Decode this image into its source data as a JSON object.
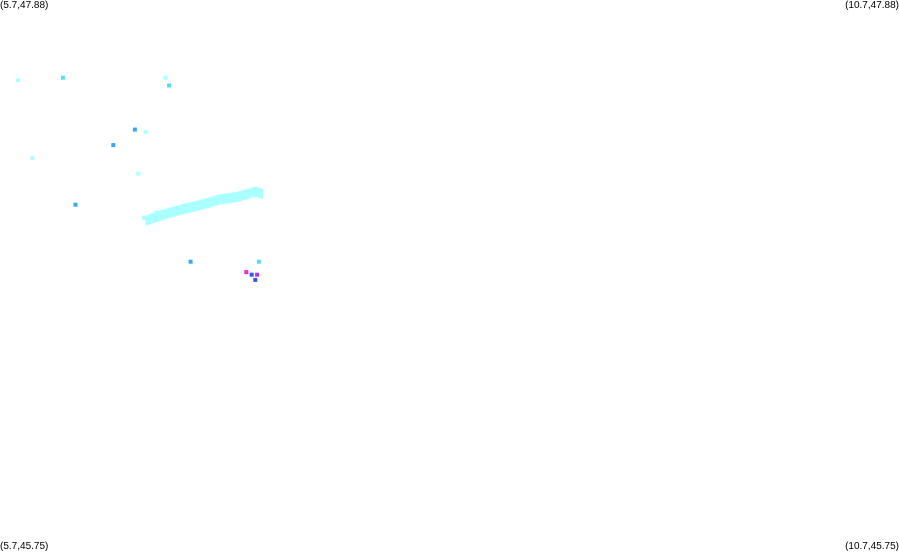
{
  "corners": {
    "top_left": "(5.7,47.88)",
    "top_right": "(10.7,47.88)",
    "bottom_left": "(5.7,45.75)",
    "bottom_right": "(10.7,45.75)"
  },
  "palette": {
    "light_cyan": "#aaffff",
    "cyan": "#55ddff",
    "sky_blue": "#33aaee",
    "blue": "#3355ee",
    "magenta": "#ff22cc",
    "purple": "#aa33ff"
  },
  "bounds": {
    "lon_min": 5.7,
    "lon_max": 10.7,
    "lat_min": 45.75,
    "lat_max": 47.88
  },
  "points": [
    {
      "lon": 5.8,
      "lat": 47.57,
      "c": "light_cyan"
    },
    {
      "lon": 6.05,
      "lat": 47.58,
      "c": "cyan"
    },
    {
      "lon": 6.62,
      "lat": 47.58,
      "c": "light_cyan"
    },
    {
      "lon": 6.64,
      "lat": 47.55,
      "c": "cyan"
    },
    {
      "lon": 6.45,
      "lat": 47.38,
      "c": "sky_blue"
    },
    {
      "lon": 6.51,
      "lat": 47.37,
      "c": "light_cyan"
    },
    {
      "lon": 6.33,
      "lat": 47.32,
      "c": "sky_blue"
    },
    {
      "lon": 5.88,
      "lat": 47.27,
      "c": "light_cyan"
    },
    {
      "lon": 6.47,
      "lat": 47.21,
      "c": "light_cyan"
    },
    {
      "lon": 6.12,
      "lat": 47.09,
      "c": "sky_blue"
    },
    {
      "lon": 6.5,
      "lat": 47.04,
      "c": "light_cyan"
    },
    {
      "lon": 6.57,
      "lat": 47.06,
      "c": "light_cyan"
    },
    {
      "lon": 6.64,
      "lat": 47.07,
      "c": "light_cyan"
    },
    {
      "lon": 6.74,
      "lat": 47.08,
      "c": "light_cyan"
    },
    {
      "lon": 6.86,
      "lat": 47.1,
      "c": "light_cyan"
    },
    {
      "lon": 6.98,
      "lat": 47.12,
      "c": "light_cyan"
    },
    {
      "lon": 7.1,
      "lat": 47.13,
      "c": "light_cyan"
    },
    {
      "lon": 7.15,
      "lat": 47.14,
      "c": "light_cyan"
    },
    {
      "lon": 6.76,
      "lat": 46.87,
      "c": "sky_blue"
    },
    {
      "lon": 7.07,
      "lat": 46.83,
      "c": "magenta"
    },
    {
      "lon": 7.1,
      "lat": 46.82,
      "c": "blue"
    },
    {
      "lon": 7.13,
      "lat": 46.82,
      "c": "purple"
    },
    {
      "lon": 7.14,
      "lat": 46.87,
      "c": "cyan"
    },
    {
      "lon": 7.12,
      "lat": 46.8,
      "c": "blue"
    }
  ],
  "band": [
    {
      "lon": 6.52,
      "lat": 47.03
    },
    {
      "lon": 6.6,
      "lat": 47.05
    },
    {
      "lon": 6.7,
      "lat": 47.07
    },
    {
      "lon": 6.82,
      "lat": 47.09
    },
    {
      "lon": 6.92,
      "lat": 47.11
    },
    {
      "lon": 7.02,
      "lat": 47.12
    },
    {
      "lon": 7.12,
      "lat": 47.14
    },
    {
      "lon": 7.17,
      "lat": 47.13
    }
  ]
}
